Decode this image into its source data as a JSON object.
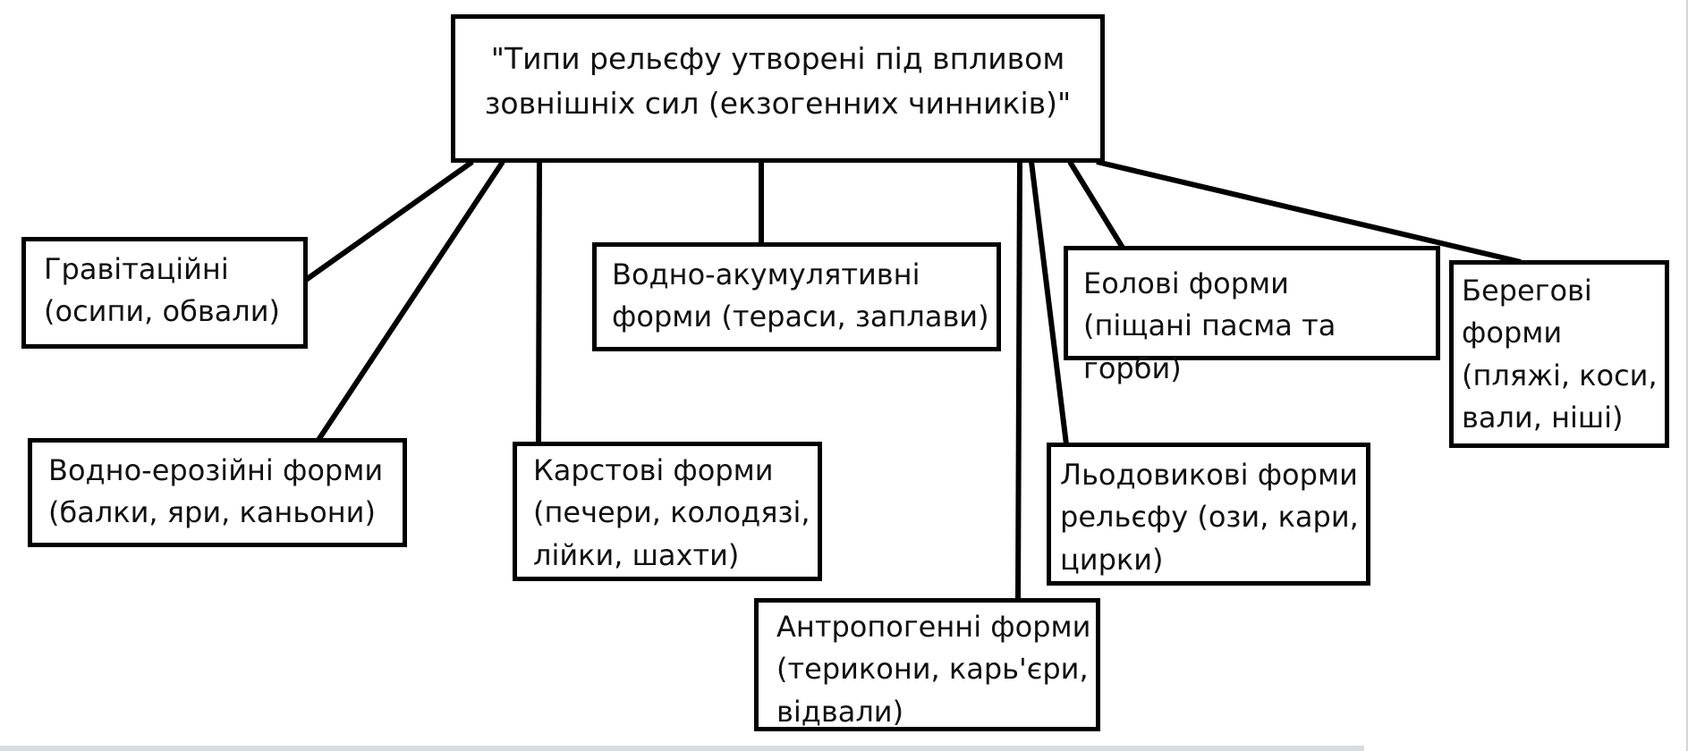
{
  "diagram": {
    "root": {
      "text": "\"Типи рельєфу утворені під впливом\nзовнішніх сил (екзогенних чинників)\""
    },
    "nodes": [
      {
        "id": "gravitational",
        "text": "Гравітаційні\n(осипи, обвали)"
      },
      {
        "id": "water-erosion",
        "text": "Водно-ерозійні форми\n(балки, яри, каньони)"
      },
      {
        "id": "karst",
        "text": "Карстові форми\n(печери, колодязі,\nлійки, шахти)"
      },
      {
        "id": "water-accumulative",
        "text": "Водно-акумулятивні\nформи (тераси, заплави)"
      },
      {
        "id": "anthropogenic",
        "text": "Антропогенні форми\n(терикони, карь'єри,\nвідвали)"
      },
      {
        "id": "glacial",
        "text": "Льодовикові форми\nрельєфу (ози, кари,\nцирки)"
      },
      {
        "id": "aeolian",
        "text": "Еолові форми\n(піщані пасма та горби)"
      },
      {
        "id": "coastal",
        "text": "Берегові\nформи\n(пляжі, коси,\nвали, ніші)"
      }
    ]
  }
}
